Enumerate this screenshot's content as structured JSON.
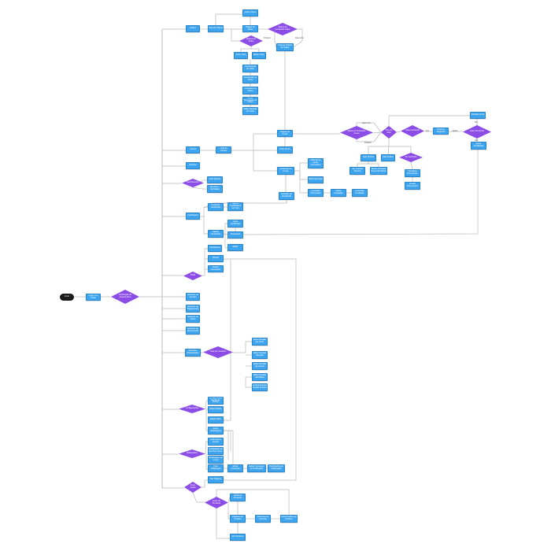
{
  "colors": {
    "box": "#3da5ef",
    "decision": "#8b4de6",
    "start": "#1c1c1c",
    "edge": "#b8b8b8"
  },
  "nodes": {
    "inicio": "Início",
    "login": "Login com Token",
    "verifica": "Verificação de Acesso Ativo",
    "videos": "Vídeos",
    "lista_videos": "Lista de Vídeos",
    "editar_video_top": "Editar Vídeo",
    "pagina_video": "Página do Vídeo",
    "status_video": "Status do Conteúdo Vídeo",
    "gerar_videos": "Lista de Vídeos de Vídeo",
    "selecionar_video": "Selecionar Vídeo",
    "criar_video": "Criar vídeo",
    "editar_video": "Editar vídeo",
    "visualizacao_video": "Visualização do vídeo",
    "atualizacao_video": "Atualização do Vídeo",
    "conteudo_video": "Conteúdo do Vídeo",
    "editar_temporario": "Editar Temporário do Vídeo",
    "editar_duracao": "Editar Duração do Vídeo",
    "cursos": "Cursos",
    "lista_cursos": "Lista de Cursos",
    "pagina_curso": "Página do Curso",
    "criar_curso": "Criar Curso",
    "conteudo_curso": "Conteúdo do Curso",
    "status_curso": "Status do Conteúdo Curso",
    "tipo_aula": "Tipo de Aula",
    "aula_concluida": "Aula Concluída",
    "proxima_pergunta": "Próxima Pergunta",
    "quiz_concluido": "Quiz Concluído",
    "finalizar_curso": "Finalizar Curso",
    "gerar_certificado_curso": "Gerar Certificado",
    "aula_teorica": "Aula Teórica",
    "aula_pratica": "Aula Prática",
    "quiz": "Ver Atividade",
    "ver_tutorial": "Ver Tutorial Técnico",
    "baixar_atividade": "Baixar Atividade Pergunta Prática",
    "visualizar_documento": "Visualizar Documento",
    "enviar_documento": "Enviar Documento",
    "material_apoio": "Material de Apoio (Conteúdo)",
    "adicionar_aulas": "Adicionar Aulas",
    "conteudo_informacao": "Conteúdo Informação",
    "editar_avaliacao": "Editar Avaliação",
    "conteudo_avaliacao": "Conteúdo Avaliação",
    "emissao_certificado": "Emissão de Certificado",
    "eventos": "Eventos",
    "lancamentos": "Lançamentos",
    "criar_evento": "Criar Evento",
    "eventos_atividades": "Eventos e Atividades",
    "certificados": "Certificados",
    "conteudo_certificado": "Conteúdo Certificado",
    "baixar_lote": "Baixar Certificados em Lote",
    "validar_certificado": "Validar Certificado",
    "gerar_certificado": "Gerar Certificado",
    "download": "Download",
    "editar_cert": "Editar",
    "perfil_certificados": "Certificados",
    "pontos": "Pontos",
    "dados_acessados": "Dados Acessados",
    "perfil": "Perfil",
    "hist_vendas": "Histórico de Vendas",
    "hist_pagamentos": "Histórico de Pagamentos",
    "hist_notas": "Histórico de Notas",
    "hist_documentos": "Histórico de Documentos",
    "membros": "Membros Autenticados",
    "lista_usuarios": "Lista de Usuários",
    "sessao_perfil": "Editar Sessão por Perfil",
    "sessao_ativacao": "Editar Sessão Ativação",
    "sessao_acesso": "Editar Sessão de Acesso",
    "sessao_atividades": "Editar Sessão Atividades",
    "permissionamento": "Permissionamento Sessão de Perfil",
    "configuracoes": "Configurações",
    "config_gerais": "Configurações Gerais do Evento",
    "editar_dados": "Editar Dados",
    "editar_pdfs": "Editar PDFs",
    "editar_notificacoes": "Editar Notificações",
    "notificacoes": "Notificações",
    "notif_gerais": "Notificações Gerais",
    "notif_eventos": "Notificações de Eventos Ativos",
    "notif_curso": "Notificações de Curso",
    "criar_notificacao": "Criar Notificação",
    "editar_conteudo": "Editar Conteúdo",
    "editar_conteudo_notif": "Editar Conteúdo de Notificação",
    "publicar_notif": "Publicar/Enviar Notificação",
    "fluxo_saida": "Fluxo Saída",
    "sair_sistema": "Sair Sistema",
    "listar_produtos": "Listar de Produtos",
    "adicionar_produtos": "Adicionar Produtos",
    "detalhes_produto": "Detalhes do Produto",
    "adicionar_carrinho": "Adicionar ao Carrinho",
    "fazer_pedido": "Fazer Pedido por Produto",
    "ver_produtos": "Ver Produtos"
  },
  "edge_labels": {
    "publicar": "Publicar",
    "rascunho": "Rascunho",
    "editar": "Editar",
    "sim": "Sim",
    "nao": "Não"
  }
}
